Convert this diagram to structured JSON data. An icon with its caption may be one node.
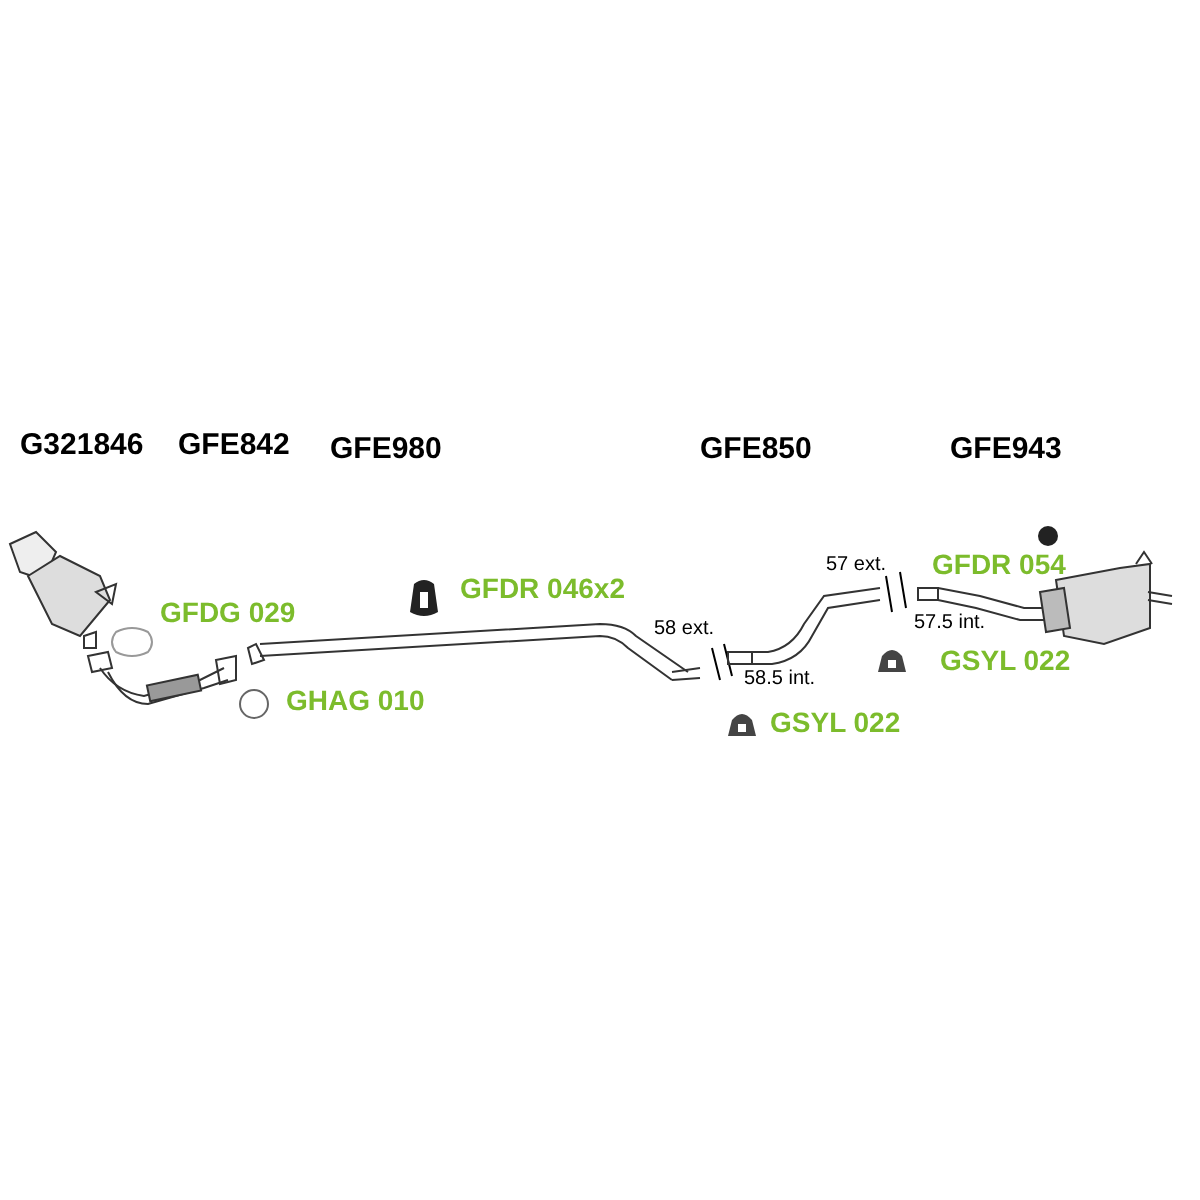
{
  "diagram": {
    "labels": [
      "G321846",
      "GFE842",
      "GFE980",
      "GFE850",
      "GFE943",
      "57 ext.",
      "GFDR 054",
      "GFDR 046x2",
      "GFDG 029",
      "58 ext.",
      "57.5 int.",
      "GSYL 022",
      "58.5 int.",
      "GHAG 010",
      "GSYL 022"
    ]
  }
}
